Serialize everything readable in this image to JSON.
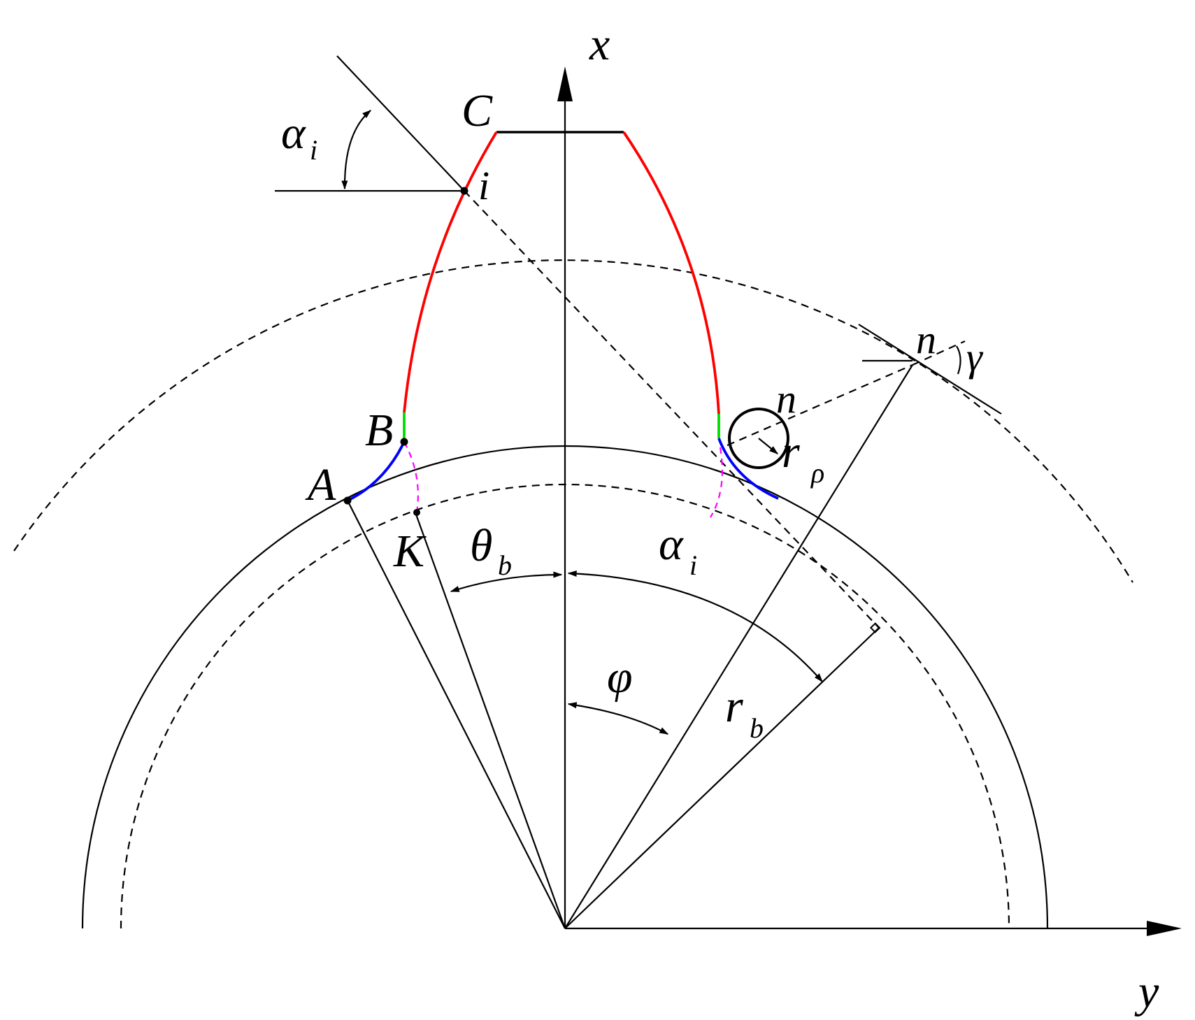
{
  "labels": {
    "x_axis": "x",
    "y_axis": "y",
    "point_c": "C",
    "point_i": "i",
    "point_b": "B",
    "point_a": "A",
    "point_k": "K",
    "alpha_top": "α",
    "alpha_top_sub": "i",
    "alpha_mid": "α",
    "alpha_mid_sub": "i",
    "theta": "θ",
    "theta_sub": "b",
    "phi": "φ",
    "rb": "r",
    "rb_sub": "b",
    "rrho": "r",
    "rrho_sub": "ρ",
    "n_circle": "n",
    "n_outer": "n",
    "gamma": "γ"
  },
  "colors": {
    "involute": "#ff0000",
    "transition": "#00dd00",
    "fillet": "#0000ff",
    "trochoid": "#ff00ff",
    "ink": "#000000"
  }
}
